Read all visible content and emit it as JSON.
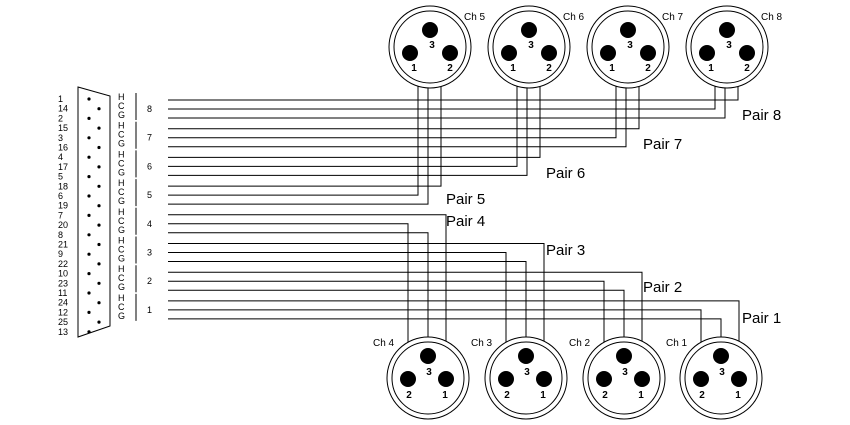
{
  "connector_pins": [
    "1",
    "14",
    "2",
    "15",
    "3",
    "16",
    "4",
    "17",
    "5",
    "18",
    "6",
    "19",
    "7",
    "20",
    "8",
    "21",
    "9",
    "22",
    "10",
    "23",
    "11",
    "24",
    "12",
    "25",
    "13"
  ],
  "pairs": [
    {
      "group": "8",
      "hot": "H",
      "cold": "C",
      "gnd": "G",
      "channel": "Ch 8",
      "label": "Pair 8"
    },
    {
      "group": "7",
      "hot": "H",
      "cold": "C",
      "gnd": "G",
      "channel": "Ch 7",
      "label": "Pair 7"
    },
    {
      "group": "6",
      "hot": "H",
      "cold": "C",
      "gnd": "G",
      "channel": "Ch 6",
      "label": "Pair 6"
    },
    {
      "group": "5",
      "hot": "H",
      "cold": "C",
      "gnd": "G",
      "channel": "Ch 5",
      "label": "Pair 5"
    },
    {
      "group": "4",
      "hot": "H",
      "cold": "C",
      "gnd": "G",
      "channel": "Ch 4",
      "label": "Pair 4"
    },
    {
      "group": "3",
      "hot": "H",
      "cold": "C",
      "gnd": "G",
      "channel": "Ch 3",
      "label": "Pair 3"
    },
    {
      "group": "2",
      "hot": "H",
      "cold": "C",
      "gnd": "G",
      "channel": "Ch 2",
      "label": "Pair 2"
    },
    {
      "group": "1",
      "hot": "H",
      "cold": "C",
      "gnd": "G",
      "channel": "Ch 1",
      "label": "Pair 1"
    }
  ],
  "xlr_pins": {
    "p1": "1",
    "p2": "2",
    "p3": "3"
  }
}
